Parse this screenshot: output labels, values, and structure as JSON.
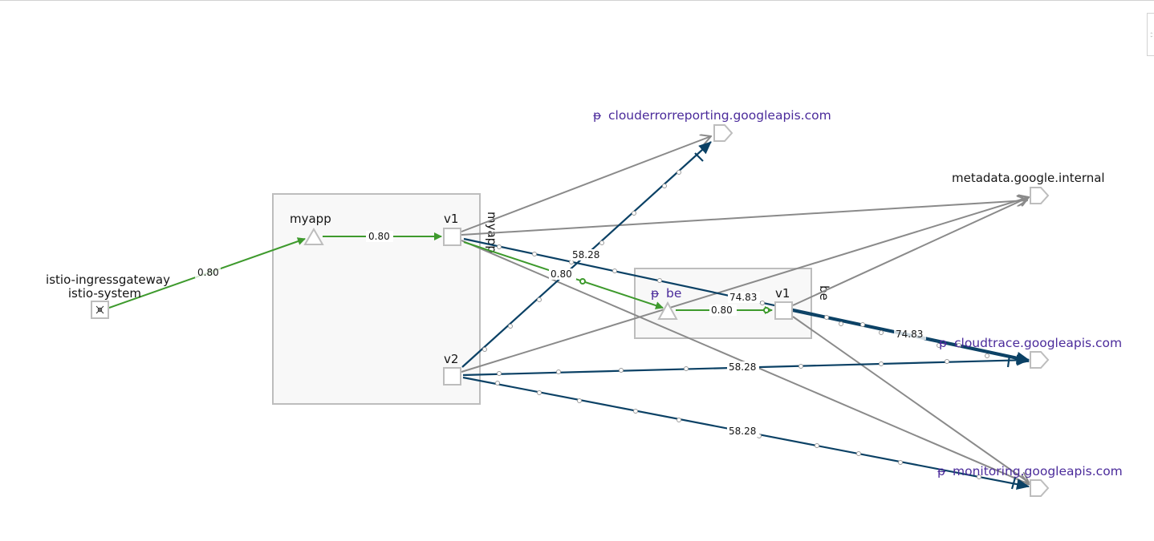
{
  "colors": {
    "healthy": "#3e9a2d",
    "mtls": "#0b4165",
    "grey": "#8a8a8a",
    "box_border": "#bdbdbd",
    "box_fill": "#f8f8f8",
    "service_text": "#4b2b9b"
  },
  "icons": {
    "virtual_service": "branch-icon",
    "gateway": "gateway-icon",
    "service_entry": "pentagon-node-icon"
  },
  "nodes": {
    "ingress": {
      "name": "istio-ingressgateway",
      "namespace": "istio-system"
    },
    "myapp_app": {
      "label": "myapp"
    },
    "myapp_box": {
      "label": "myapp"
    },
    "myapp_v1": {
      "label": "v1"
    },
    "myapp_v2": {
      "label": "v2"
    },
    "be_app": {
      "label": "be",
      "icon": "ᵽ"
    },
    "be_box": {
      "label": "be"
    },
    "be_v1": {
      "label": "v1"
    },
    "clouderror": {
      "label": "clouderrorreporting.googleapis.com",
      "icon": "ᵽ"
    },
    "metadata": {
      "label": "metadata.google.internal"
    },
    "cloudtrace": {
      "label": "cloudtrace.googleapis.com",
      "icon": "ᵽ"
    },
    "monitoring": {
      "label": "monitoring.googleapis.com",
      "icon": "ᵽ"
    }
  },
  "edges": {
    "ingress_to_myapp": "0.80",
    "myapp_to_v1": "0.80",
    "v1_to_be": "0.80",
    "be_to_v1": "0.80",
    "v2_to_clouderror": "58.28",
    "be_v1_to_cloudtrace": "74.83",
    "v1_to_cloudtrace": "74.83",
    "v2_to_cloudtrace": "58.28",
    "v2_to_monitoring": "58.28"
  }
}
